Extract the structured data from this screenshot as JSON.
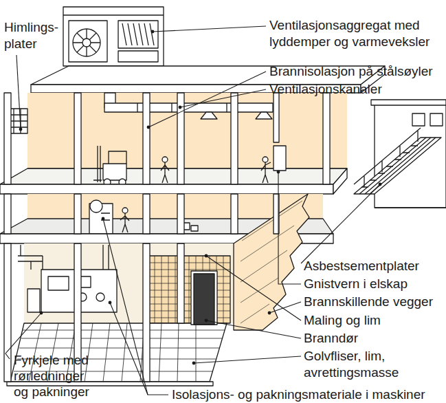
{
  "diagram": {
    "labels": [
      "Himlings- plater",
      "Ventilasjonsaggregat med lyddemper og varmeveksler",
      "Brannisolasjon på stålsøyler",
      "Ventilasjonskanaler",
      "Asbestsementplater",
      "Gnistvern i elskap",
      "Brannskillende vegger",
      "Maling og lim",
      "Branndør",
      "Golvfliser, lim, avrettingsmasse",
      "Fyrkjele med rørledninger og pakninger",
      "Isolasjons- og pakningsmateriale i maskiner"
    ]
  }
}
